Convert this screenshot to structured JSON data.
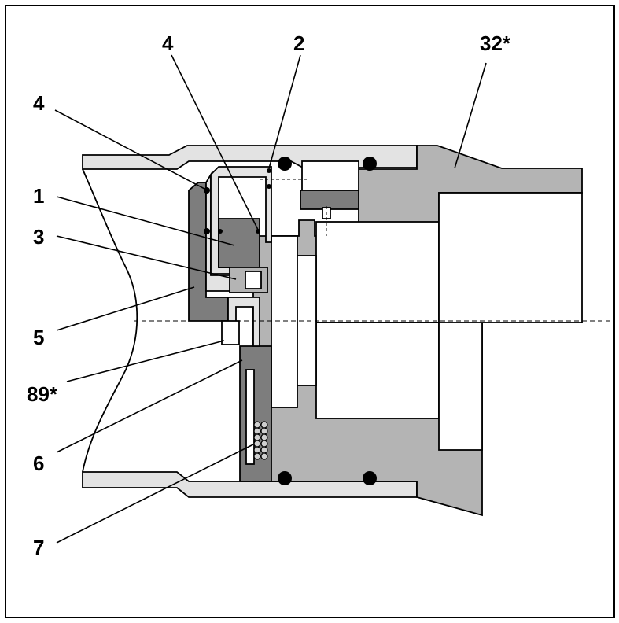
{
  "diagram": {
    "callouts": [
      {
        "id": "c-32",
        "label": "32*"
      },
      {
        "id": "c-4-top",
        "label": "4"
      },
      {
        "id": "c-2",
        "label": "2"
      },
      {
        "id": "c-4-left",
        "label": "4"
      },
      {
        "id": "c-1",
        "label": "1"
      },
      {
        "id": "c-3",
        "label": "3"
      },
      {
        "id": "c-5",
        "label": "5"
      },
      {
        "id": "c-89",
        "label": "89*"
      },
      {
        "id": "c-6",
        "label": "6"
      },
      {
        "id": "c-7",
        "label": "7"
      }
    ],
    "colors": {
      "light_gray": "#e3e3e3",
      "mid_gray": "#b4b4b4",
      "dark_gray": "#7d7d7d",
      "outline": "#000000",
      "background": "#ffffff"
    }
  }
}
